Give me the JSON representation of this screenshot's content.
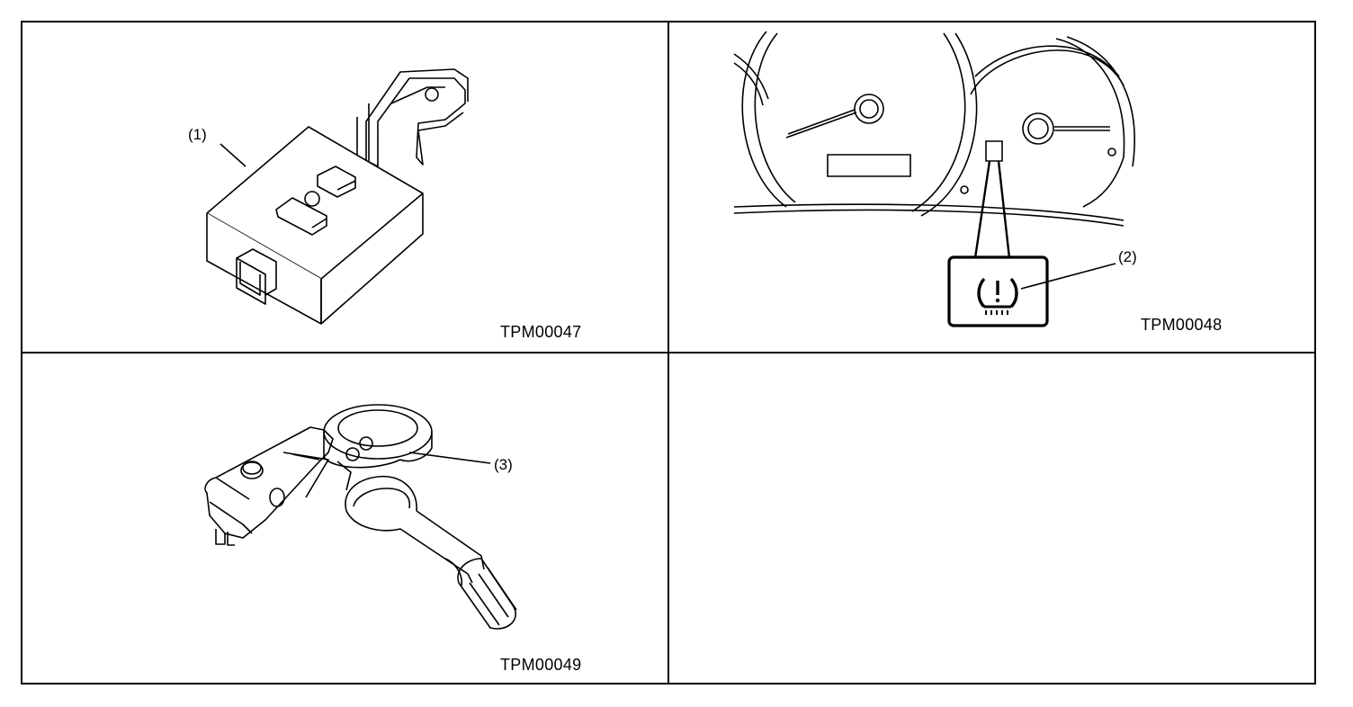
{
  "figures": [
    {
      "code": "TPM00047",
      "callout": "(1)"
    },
    {
      "code": "TPM00048",
      "callout": "(2)"
    },
    {
      "code": "TPM00049",
      "callout": "(3)"
    }
  ],
  "colors": {
    "line": "#000000",
    "background": "#ffffff"
  }
}
